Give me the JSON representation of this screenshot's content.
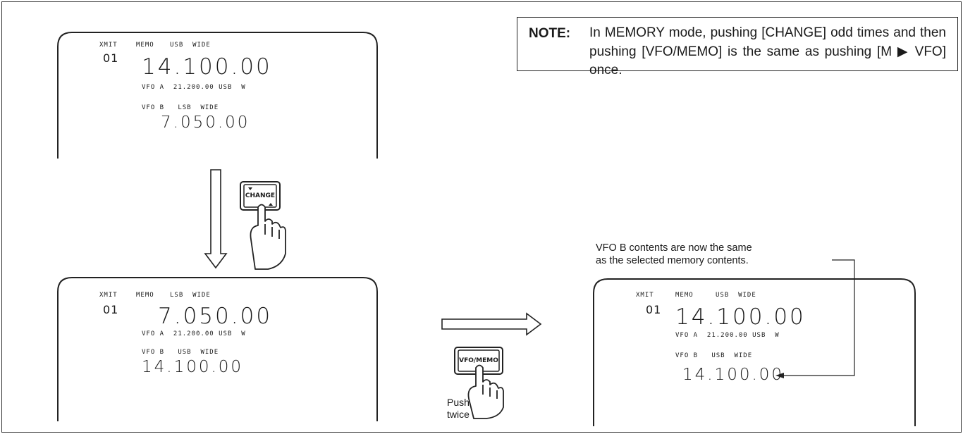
{
  "note": {
    "label": "NOTE:",
    "text": "In MEMORY mode, pushing [CHANGE] odd times and then pushing [VFO/MEMO] is the same as pushing [M ▶ VFO] once."
  },
  "caption": {
    "line1": "VFO B contents are now the same",
    "line2": "as the selected memory contents."
  },
  "buttons": {
    "change": "CHANGE",
    "vfo_memo": "VFO∕MEMO"
  },
  "push_label": {
    "line1": "Push",
    "line2": "twice"
  },
  "displays": [
    {
      "name": "initial",
      "xmit": "XMIT",
      "memo": "MEMO",
      "mode_line": "USB  WIDE",
      "mem_channel": "01",
      "main_freq": "14.100.00",
      "vfo_a": "VFO A  21.200.00 USB  W",
      "vfo_b_mode": "VFO B   LSB  WIDE",
      "vfo_b_freq": "7.050.00"
    },
    {
      "name": "after-change",
      "xmit": "XMIT",
      "memo": "MEMO",
      "mode_line": "LSB  WIDE",
      "mem_channel": "01",
      "main_freq": "7.050.00",
      "vfo_a": "VFO A  21.200.00 USB  W",
      "vfo_b_mode": "VFO B   USB  WIDE",
      "vfo_b_freq": "14.100.00"
    },
    {
      "name": "after-vfo-memo",
      "xmit": "XMIT",
      "memo": "MEMO",
      "mode_line": "USB  WIDE",
      "mem_channel": "01",
      "main_freq": "14.100.00",
      "vfo_a": "VFO A  21.200.00 USB  W",
      "vfo_b_mode": "VFO B   USB  WIDE",
      "vfo_b_freq": "14.100.00"
    }
  ]
}
